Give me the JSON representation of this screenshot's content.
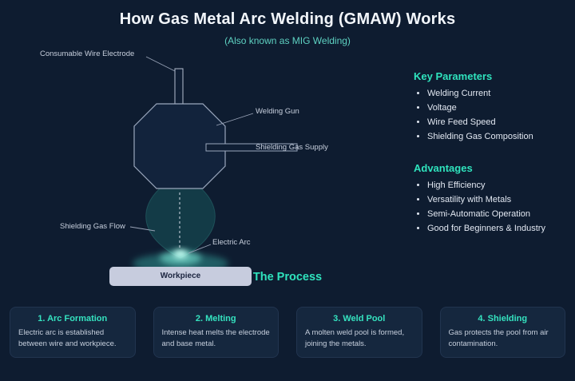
{
  "header": {
    "title": "How Gas Metal Arc Welding (GMAW) Works",
    "subtitle": "(Also known as MIG Welding)"
  },
  "diagram": {
    "labels": {
      "wire_electrode": "Consumable Wire Electrode",
      "welding_gun": "Welding Gun",
      "gas_supply": "Shielding Gas Supply",
      "gas_flow": "Shielding Gas Flow",
      "electric_arc": "Electric Arc",
      "workpiece": "Workpiece"
    }
  },
  "key_parameters": {
    "heading": "Key Parameters",
    "items": [
      "Welding Current",
      "Voltage",
      "Wire Feed Speed",
      "Shielding Gas Composition"
    ]
  },
  "advantages": {
    "heading": "Advantages",
    "items": [
      "High Efficiency",
      "Versatility with Metals",
      "Semi-Automatic Operation",
      "Good for Beginners & Industry"
    ]
  },
  "process": {
    "heading": "The Process",
    "steps": [
      {
        "title": "1. Arc Formation",
        "description": "Electric arc is established between wire and workpiece."
      },
      {
        "title": "2. Melting",
        "description": "Intense heat melts the electrode and base metal."
      },
      {
        "title": "3. Weld Pool",
        "description": "A molten weld pool is formed, joining the metals."
      },
      {
        "title": "4. Shielding",
        "description": "Gas protects the pool from air contamination."
      }
    ]
  },
  "colors": {
    "background": "#0e1c30",
    "accent_teal": "#2fe3bd",
    "card_background": "#15273e",
    "workpiece_fill": "#c7ccde",
    "arc_glow": "#9ff7e8"
  }
}
